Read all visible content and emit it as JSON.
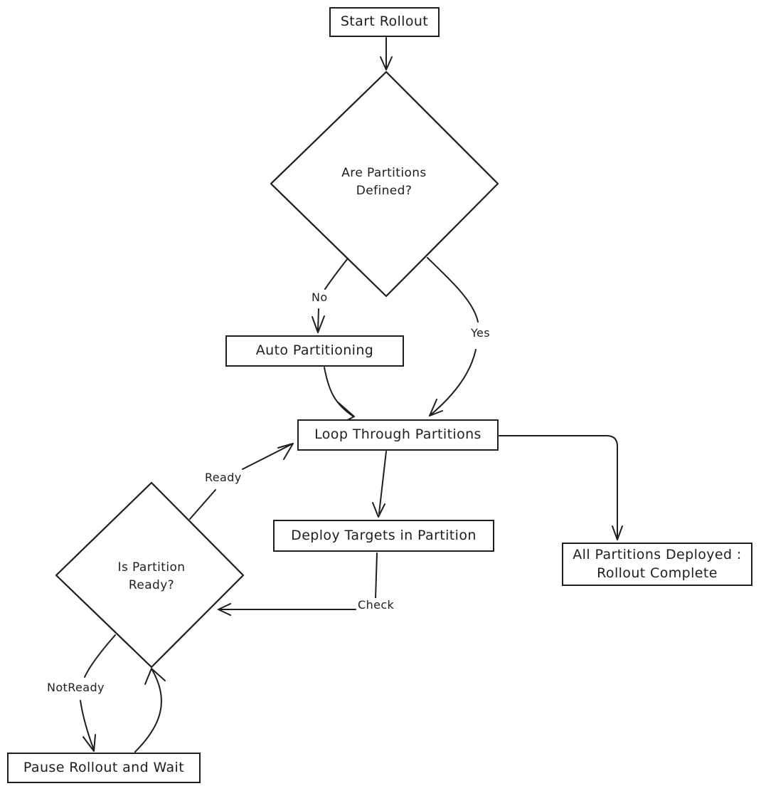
{
  "diagram": {
    "title": "Rollout partition deployment flowchart",
    "background_color": "#ffffff",
    "stroke_color": "#1e1e1e",
    "nodes": {
      "start": {
        "type": "process",
        "label": "Start Rollout"
      },
      "partitions_defined": {
        "type": "decision",
        "label": "Are Partitions\nDefined?"
      },
      "auto_partitioning": {
        "type": "process",
        "label": "Auto Partitioning"
      },
      "loop_partitions": {
        "type": "process",
        "label": "Loop Through Partitions"
      },
      "deploy_targets": {
        "type": "process",
        "label": "Deploy Targets in Partition"
      },
      "rollout_complete": {
        "type": "process",
        "label": "All Partitions Deployed :\nRollout Complete"
      },
      "partition_ready": {
        "type": "decision",
        "label": "Is Partition\nReady?"
      },
      "pause_rollout": {
        "type": "process",
        "label": "Pause Rollout and Wait"
      }
    },
    "edge_labels": {
      "no": "No",
      "yes": "Yes",
      "check": "Check",
      "ready": "Ready",
      "not_ready": "NotReady"
    },
    "edges": [
      {
        "from": "start",
        "to": "partitions_defined",
        "label": ""
      },
      {
        "from": "partitions_defined",
        "to": "auto_partitioning",
        "label": "No"
      },
      {
        "from": "partitions_defined",
        "to": "loop_partitions",
        "label": "Yes"
      },
      {
        "from": "auto_partitioning",
        "to": "loop_partitions",
        "label": ""
      },
      {
        "from": "loop_partitions",
        "to": "deploy_targets",
        "label": ""
      },
      {
        "from": "loop_partitions",
        "to": "rollout_complete",
        "label": ""
      },
      {
        "from": "deploy_targets",
        "to": "partition_ready",
        "label": "Check"
      },
      {
        "from": "partition_ready",
        "to": "loop_partitions",
        "label": "Ready"
      },
      {
        "from": "partition_ready",
        "to": "pause_rollout",
        "label": "NotReady"
      },
      {
        "from": "pause_rollout",
        "to": "partition_ready",
        "label": ""
      }
    ]
  }
}
